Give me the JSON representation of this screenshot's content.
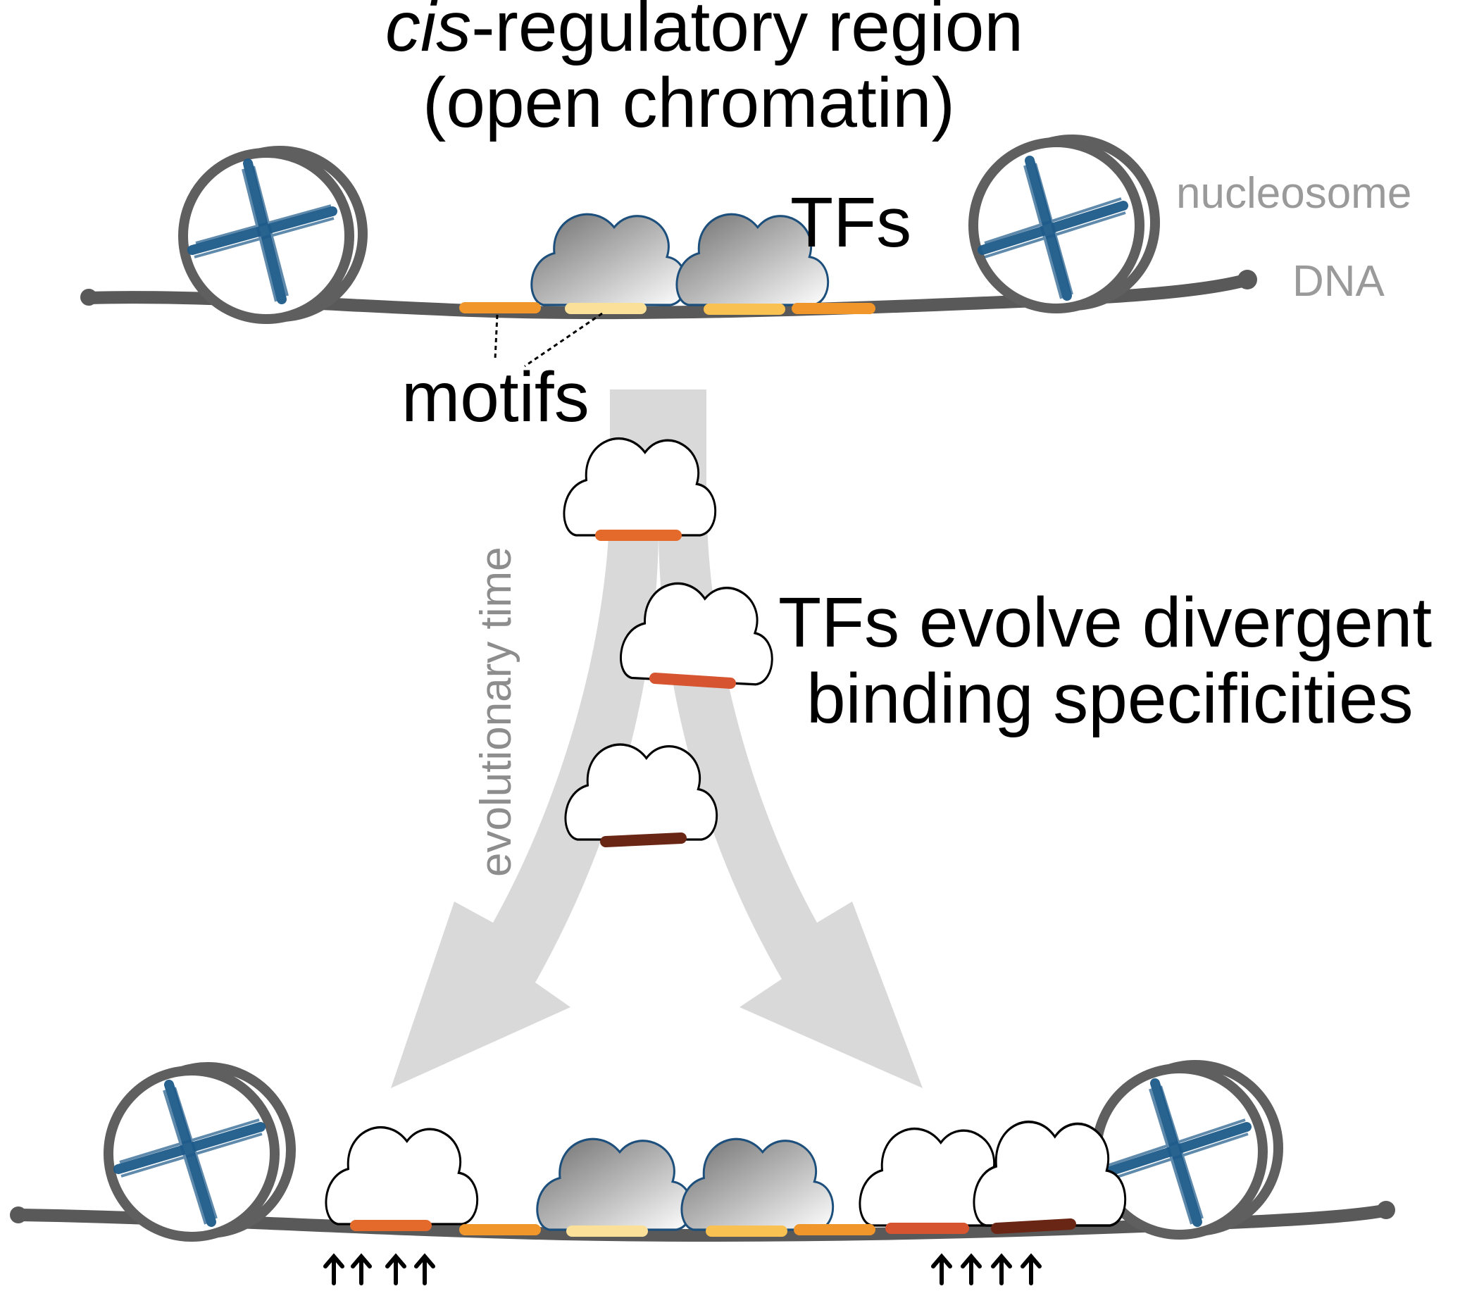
{
  "title_line1_italic": "cis",
  "title_line1_rest": "-regulatory region",
  "title_line2": "(open chromatin)",
  "labels": {
    "tfs": "TFs",
    "nucleosome": "nucleosome",
    "dna": "DNA",
    "motifs": "motifs",
    "evolutionary_time": "evolutionary time",
    "divergence_line1": "TFs evolve divergent",
    "divergence_line2": "binding specificities"
  },
  "colors": {
    "dna": "#595959",
    "nucleosome_ring": "#5f5f5f",
    "histone_cross": "#1d5a8a",
    "cloud_outline_bound": "#1d4f7c",
    "big_arrow": "#d9d9d9",
    "motif_orange": "#f0962a",
    "motif_light": "#fbe09a",
    "motif_yellow": "#f9c152",
    "motif_red": "#d65530",
    "motif_dark": "#6a2614"
  }
}
